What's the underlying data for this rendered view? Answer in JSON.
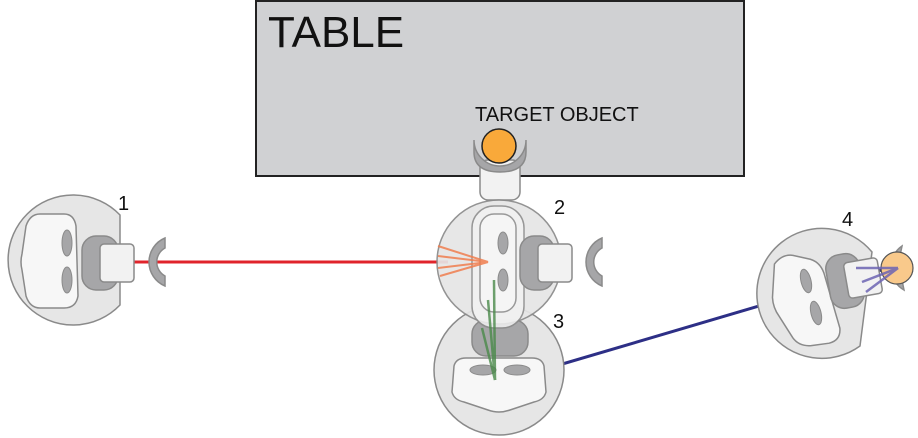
{
  "table": {
    "label": "TABLE"
  },
  "target": {
    "label": "TARGET OBJECT"
  },
  "robots": [
    {
      "number": "1"
    },
    {
      "number": "2"
    },
    {
      "number": "3"
    },
    {
      "number": "4"
    }
  ],
  "colors": {
    "table_fill": "#d0d1d3",
    "table_border": "#222222",
    "target_object": "#f9a93a",
    "robot_body": "#e6e6e6",
    "robot_outline": "#8a8a8a",
    "gripper_gray": "#a6a6a8",
    "gripper_light": "#f2f2f2",
    "line_robot1": "#e0242b",
    "line_robot3": "#2d2f86",
    "beam_green": "#4a8a4a",
    "beam_orange": "#f07e4f",
    "beam_purple": "#6d64b3"
  }
}
